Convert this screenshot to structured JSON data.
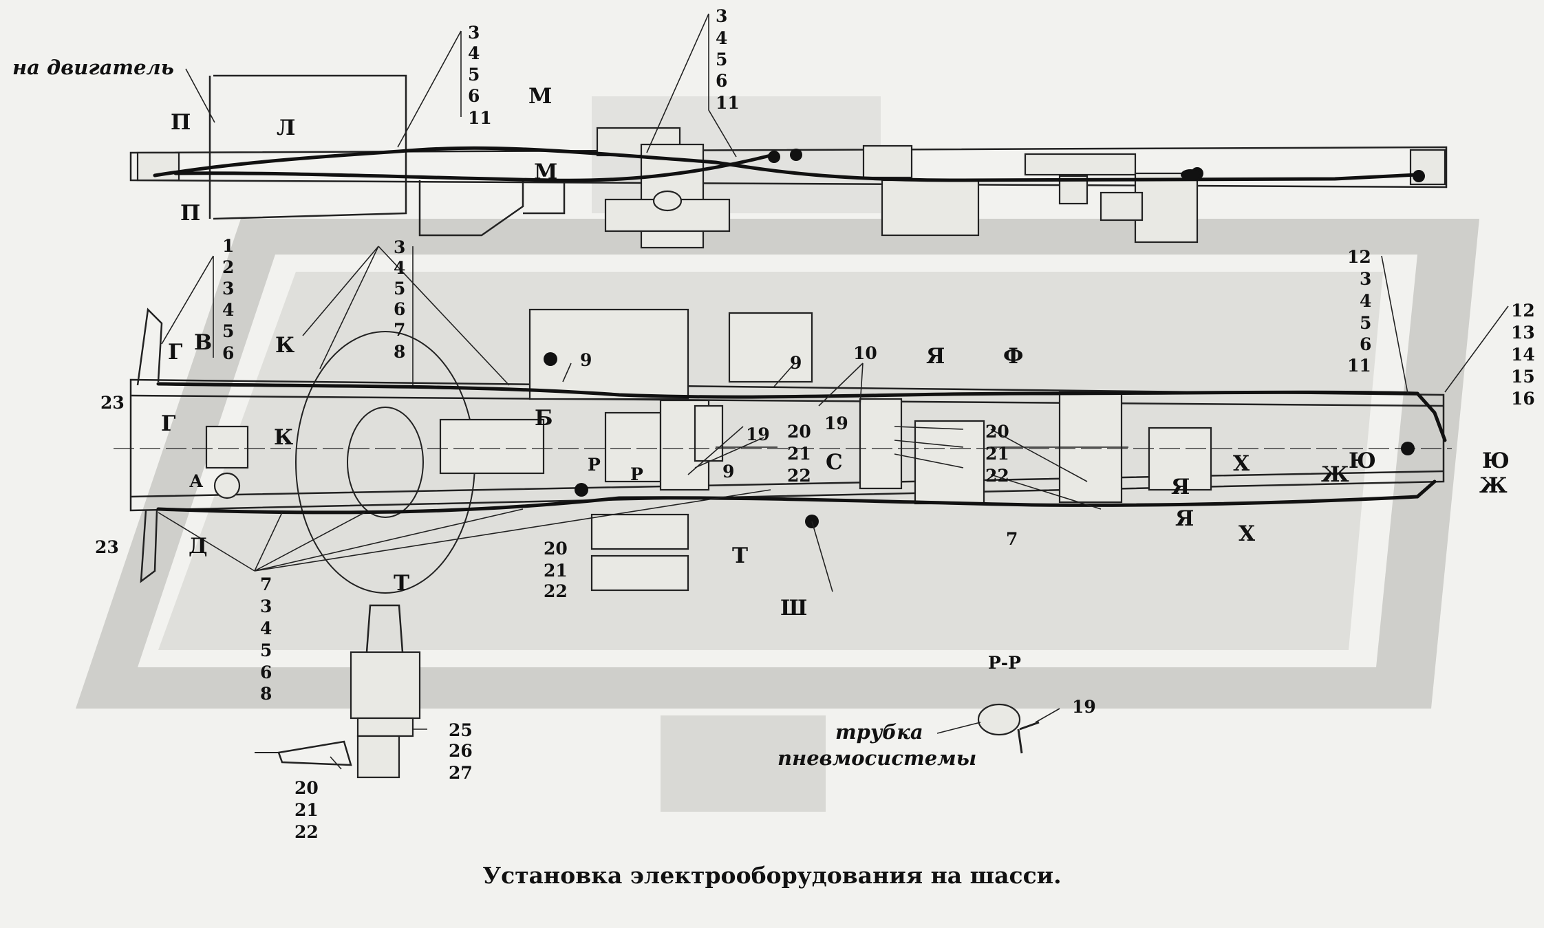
{
  "caption": "Установка электрооборудования на шасси.",
  "notes": {
    "to_engine": "на двигатель",
    "pneumo_line_1": "трубка",
    "pneumo_line_2": "пневмосистемы"
  },
  "section_marks": {
    "P": "П",
    "L": "Л",
    "M": "М",
    "G": "Г",
    "V": "В",
    "K": "К",
    "A": "А",
    "D": "Д",
    "B": "Б",
    "R": "Р",
    "S": "С",
    "YA": "Я",
    "F": "Ф",
    "KH": "Х",
    "YU": "Ю",
    "ZH": "Ж",
    "T": "Т",
    "SH": "Ш",
    "RR": "Р-Р"
  },
  "callouts": {
    "top_a": [
      "3",
      "4",
      "5",
      "6",
      "11"
    ],
    "top_b": [
      "3",
      "4",
      "5",
      "6",
      "11"
    ],
    "plan_left": [
      "1",
      "2",
      "3",
      "4",
      "5",
      "6"
    ],
    "plan_mid": [
      "3",
      "4",
      "5",
      "6",
      "7",
      "8"
    ],
    "plan_right_a": [
      "12",
      "3",
      "4",
      "5",
      "6",
      "11"
    ],
    "plan_right_b": [
      "12",
      "13",
      "14",
      "15",
      "16"
    ],
    "lower_left": [
      "7",
      "3",
      "4",
      "5",
      "6",
      "8"
    ],
    "triple": [
      "20",
      "21",
      "22"
    ],
    "bottom_unit": [
      "25",
      "26",
      "27"
    ],
    "single": {
      "n9": "9",
      "n10": "10",
      "n19": "19",
      "n23": "23",
      "n7": "7"
    }
  }
}
